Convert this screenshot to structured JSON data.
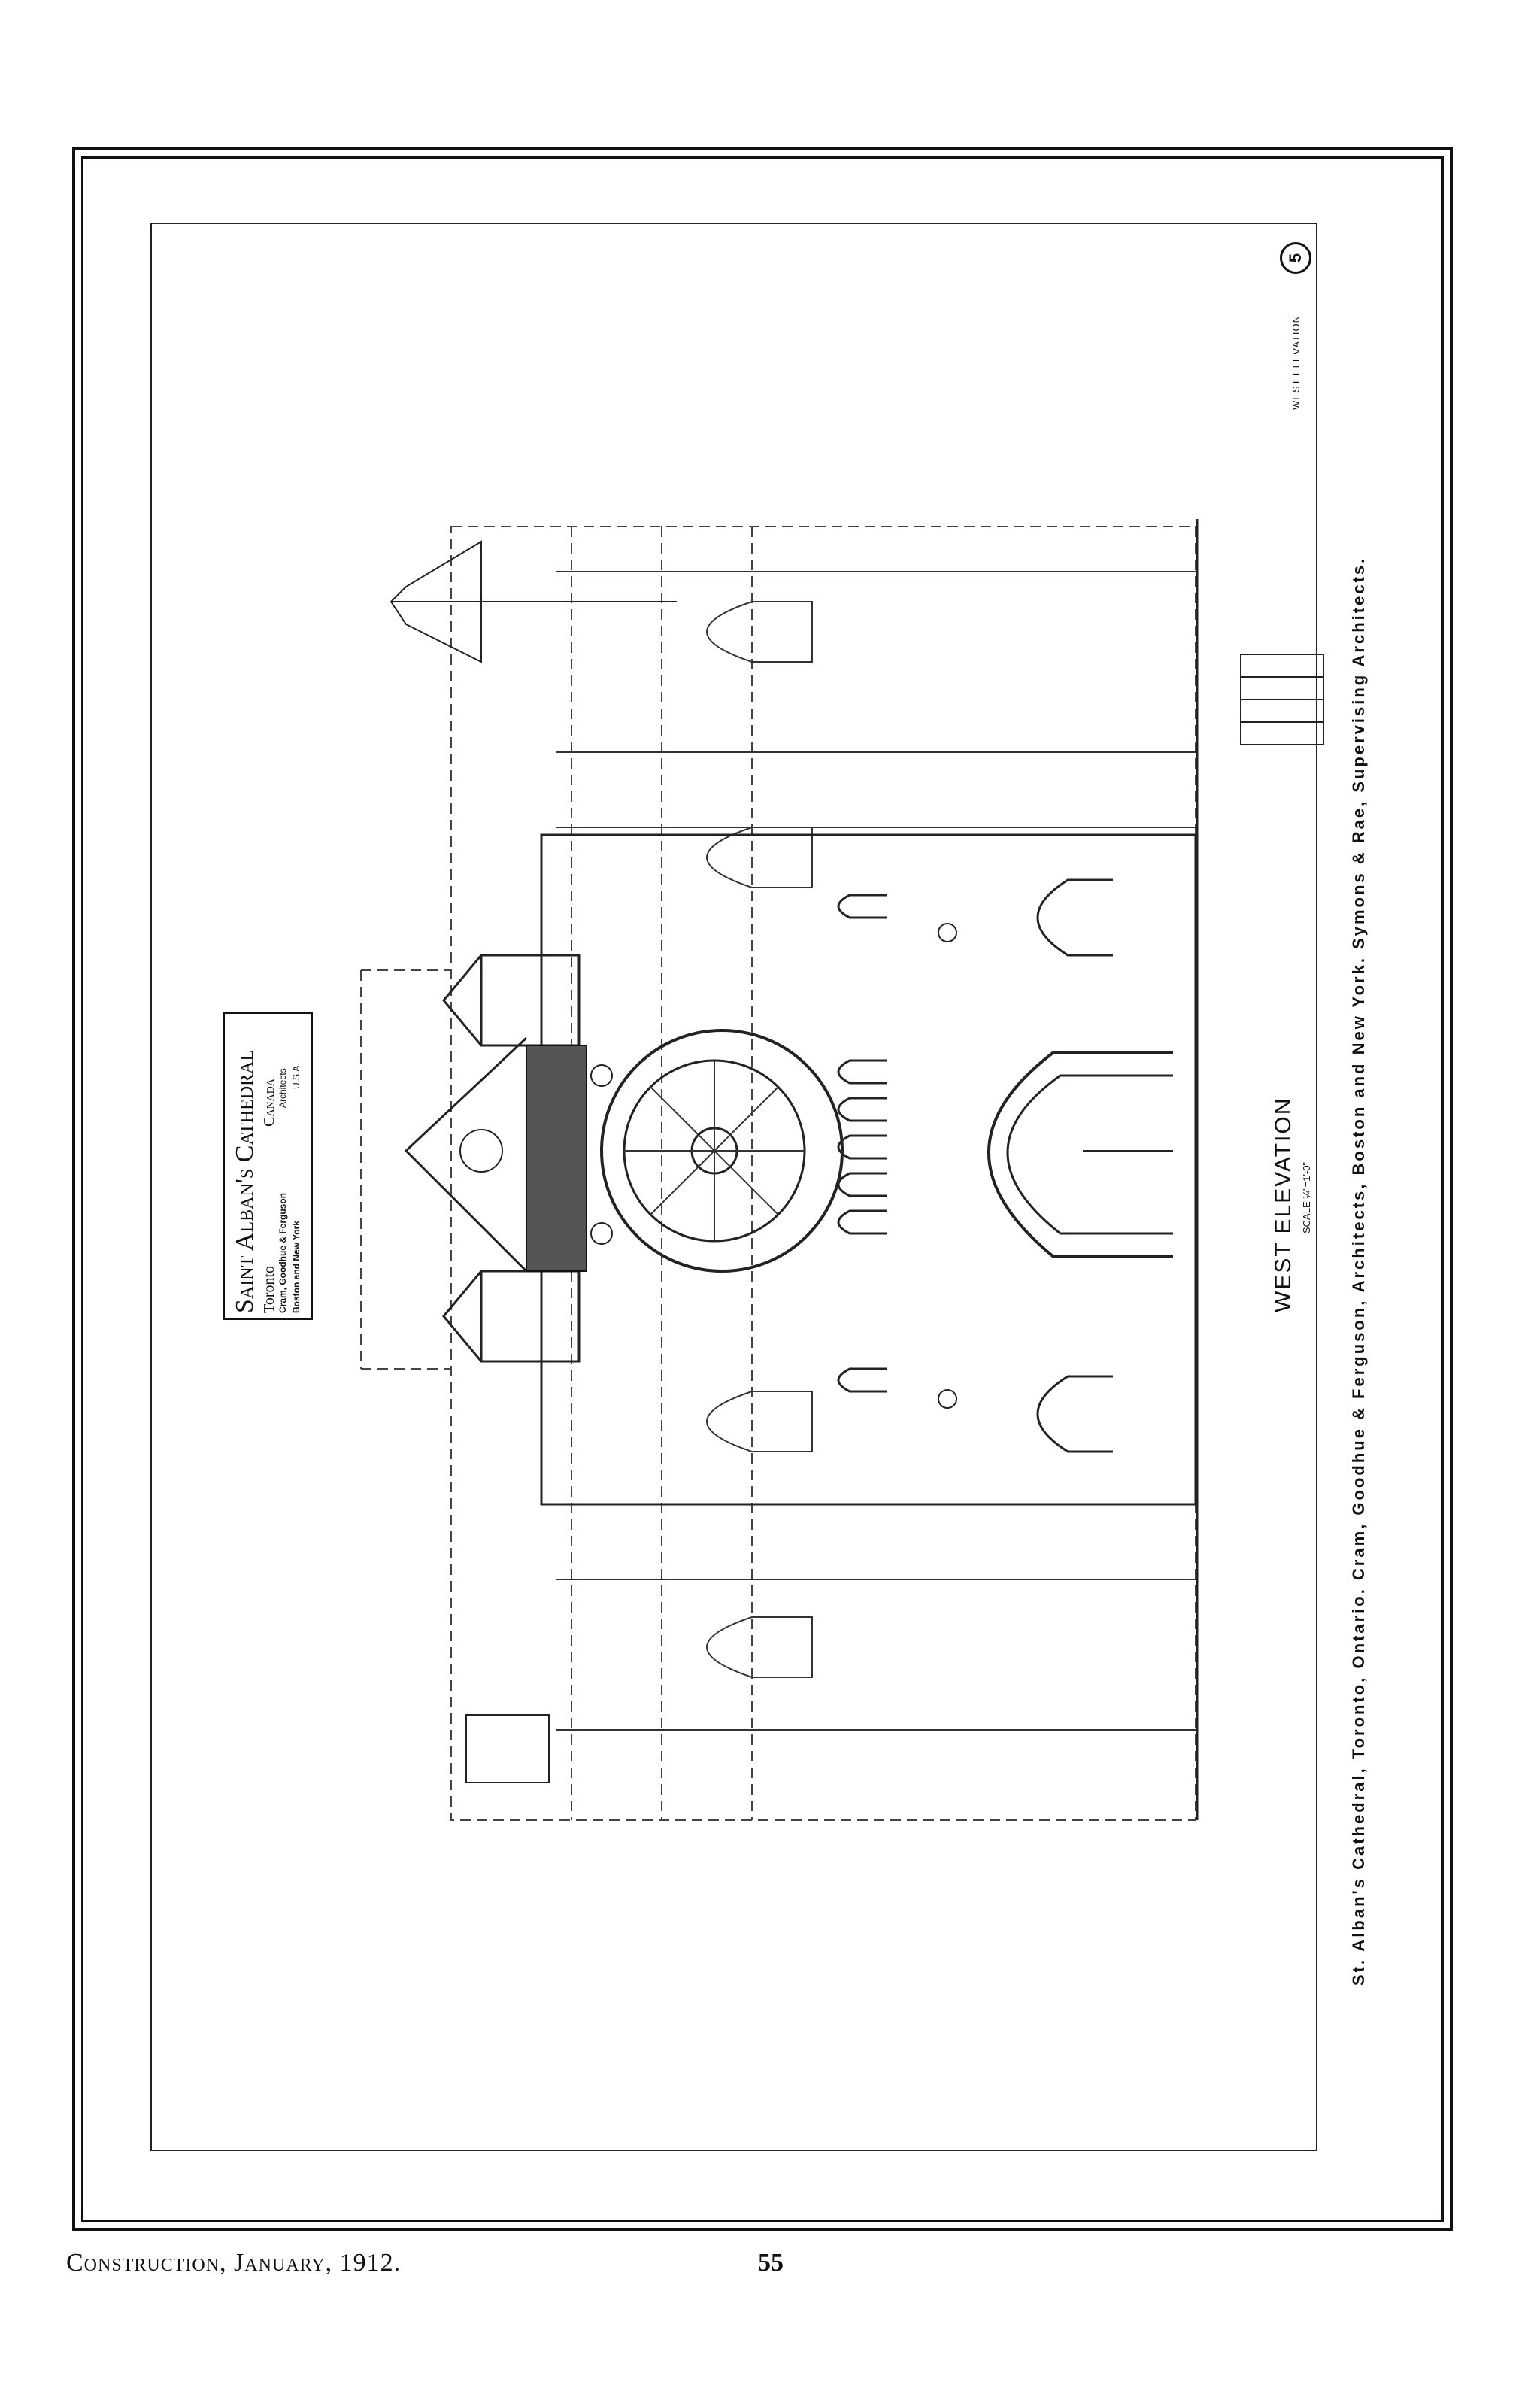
{
  "drawing": {
    "title_block": {
      "line1": "Saint Alban's Cathedral",
      "line2_left": "Toronto",
      "line2_right": "Canada",
      "line3_left": "Cram, Goodhue & Ferguson",
      "line3_right": "Architects",
      "line4_left": "Boston and New York",
      "line4_right": "U.S.A."
    },
    "elevation_title": "WEST ELEVATION",
    "scale": "SCALE ¼\"=1'-0\"",
    "sheet_label": "WEST ELEVATION",
    "sheet_number": "5"
  },
  "caption": "St. Alban's Cathedral, Toronto, Ontario.  Cram, Goodhue & Ferguson, Architects, Boston and New York.  Symons & Rae, Supervising Architects.",
  "footer": {
    "publication": "Construction, January, 1912.",
    "page_number": "55"
  }
}
